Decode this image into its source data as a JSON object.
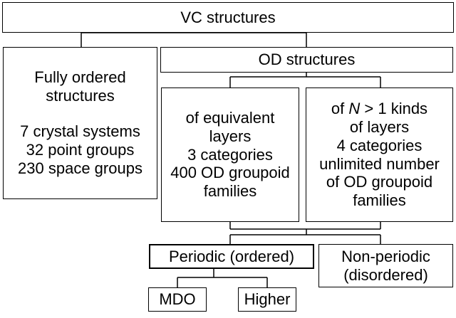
{
  "root": {
    "label": "VC structures"
  },
  "fully_ordered": {
    "title_line1": "Fully ordered",
    "title_line2": "structures",
    "stats": [
      "7 crystal systems",
      "32 point groups",
      "230 space groups"
    ]
  },
  "od": {
    "label": "OD structures"
  },
  "equivalent": {
    "lines": [
      "of equivalent",
      "layers",
      "3 categories",
      "400 OD groupoid",
      "families"
    ]
  },
  "nkinds": {
    "prefix": "of ",
    "var": "N",
    "suffix": " > 1 kinds",
    "lines": [
      "of layers",
      "4 categories",
      "unlimited number",
      "of OD groupoid",
      "families"
    ]
  },
  "periodic": {
    "label": "Periodic (ordered)"
  },
  "nonperiodic": {
    "line1": "Non-periodic",
    "line2": "(disordered)"
  },
  "mdo": {
    "label": "MDO"
  },
  "higher": {
    "label": "Higher"
  }
}
